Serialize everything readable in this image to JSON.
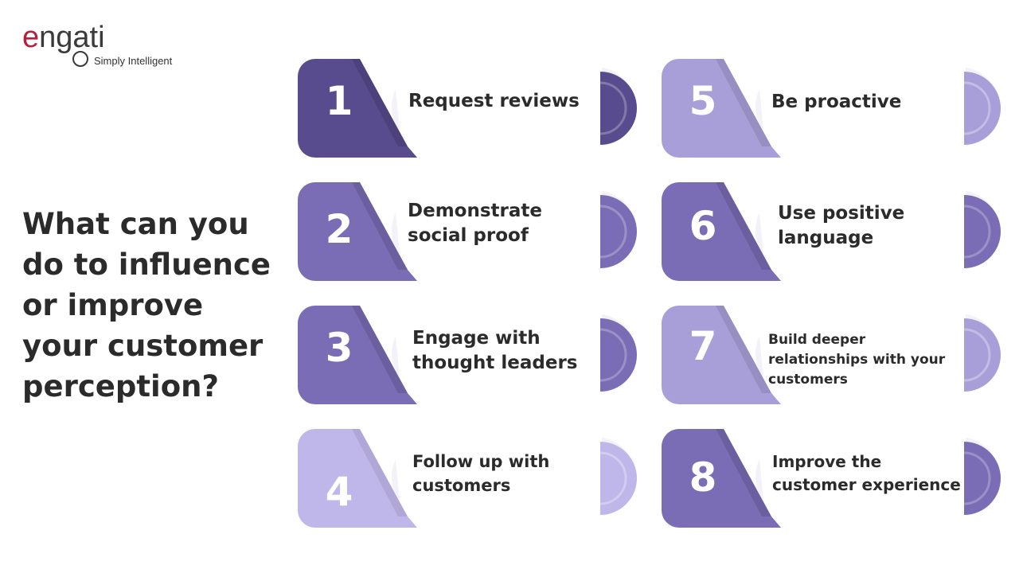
{
  "logo": {
    "brand_rest": "ngati",
    "brand_e": "e",
    "tagline": "Simply Intelligent"
  },
  "headline": "What can you do to influence or improve your customer perception?",
  "colors": {
    "dark": "#584b8e",
    "medium": "#7a6db5",
    "light": "#a99fd8",
    "lighter": "#bfb6ea",
    "text": "#2b2b2b"
  },
  "items": [
    {
      "number": "1",
      "label": "Request reviews"
    },
    {
      "number": "2",
      "label": "Demonstrate social proof"
    },
    {
      "number": "3",
      "label": "Engage with thought leaders"
    },
    {
      "number": "4",
      "label": "Follow up with customers"
    },
    {
      "number": "5",
      "label": "Be proactive"
    },
    {
      "number": "6",
      "label": "Use positive language"
    },
    {
      "number": "7",
      "label": "Build deeper relationships with your customers"
    },
    {
      "number": "8",
      "label": "Improve the customer experience"
    }
  ]
}
